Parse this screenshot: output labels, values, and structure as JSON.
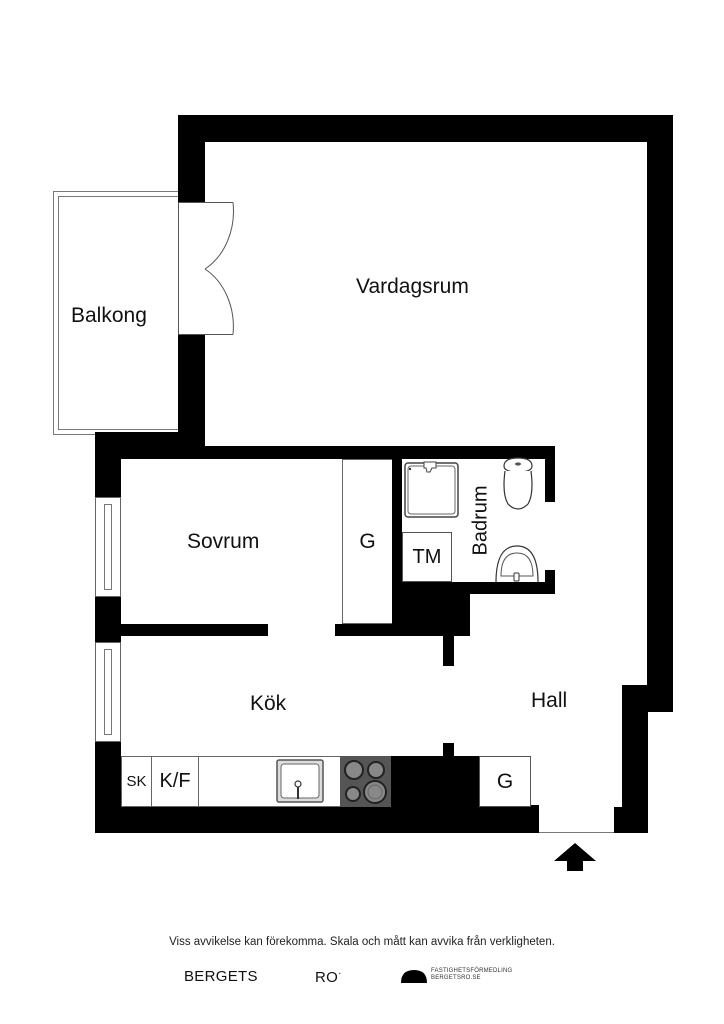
{
  "floorplan": {
    "rooms": [
      {
        "id": "vardagsrum",
        "label": "Vardagsrum"
      },
      {
        "id": "balkong",
        "label": "Balkong"
      },
      {
        "id": "sovrum",
        "label": "Sovrum"
      },
      {
        "id": "kok",
        "label": "Kök"
      },
      {
        "id": "hall",
        "label": "Hall"
      },
      {
        "id": "badrum",
        "label": "Badrum"
      }
    ],
    "fixtures": {
      "wardrobe_bedroom": "G",
      "washing_machine": "TM",
      "broom_cupboard": "SK",
      "fridge_freezer": "K/F",
      "wardrobe_hall": "G"
    },
    "entrance": "entrance-arrow"
  },
  "footer": {
    "disclaimer": "Viss avvikelse kan förekomma. Skala och mått kan avvika från verkligheten.",
    "brand_left": "BERGETS",
    "brand_right": "RO",
    "brand_mark": "·",
    "tagline_1": "FASTIGHETSFÖRMEDLING",
    "tagline_2": "BERGETSRO.SE"
  },
  "colors": {
    "wall": "#000000",
    "background": "#ffffff",
    "stove": "#555555"
  }
}
